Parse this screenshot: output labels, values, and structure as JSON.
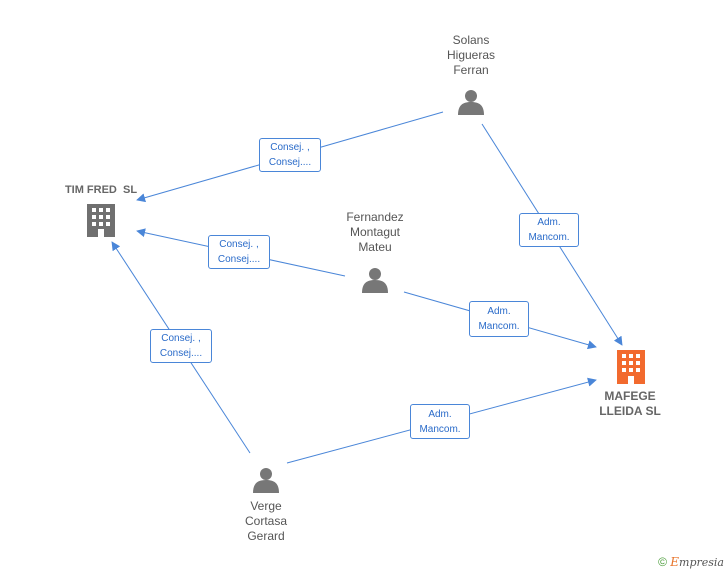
{
  "nodes": {
    "solans": {
      "name": "Solans\nHigueras\nFerran",
      "type": "person"
    },
    "fernandez": {
      "name": "Fernandez\nMontagut\nMateu",
      "type": "person"
    },
    "verge": {
      "name": "Verge\nCortasa\nGerard",
      "type": "person"
    },
    "timfred": {
      "name": "TIM FRED  SL",
      "type": "company"
    },
    "mafege": {
      "name": "MAFEGE\nLLEIDA  SL",
      "type": "company-focus"
    }
  },
  "edges": {
    "solans_timfred": "Consej. ,\nConsej....",
    "fernandez_timfred": "Consej. ,\nConsej....",
    "verge_timfred": "Consej. ,\nConsej....",
    "solans_mafege": "Adm.\nMancom.",
    "fernandez_mafege": "Adm.\nMancom.",
    "verge_mafege": "Adm.\nMancom."
  },
  "colors": {
    "edge": "#4a86d8",
    "person_icon": "#777777",
    "company_icon": "#707070",
    "focus_company_icon": "#f26a2e"
  },
  "footer": {
    "copyright_symbol": "©",
    "brand_initial": "E",
    "brand_rest": "mpresia"
  }
}
